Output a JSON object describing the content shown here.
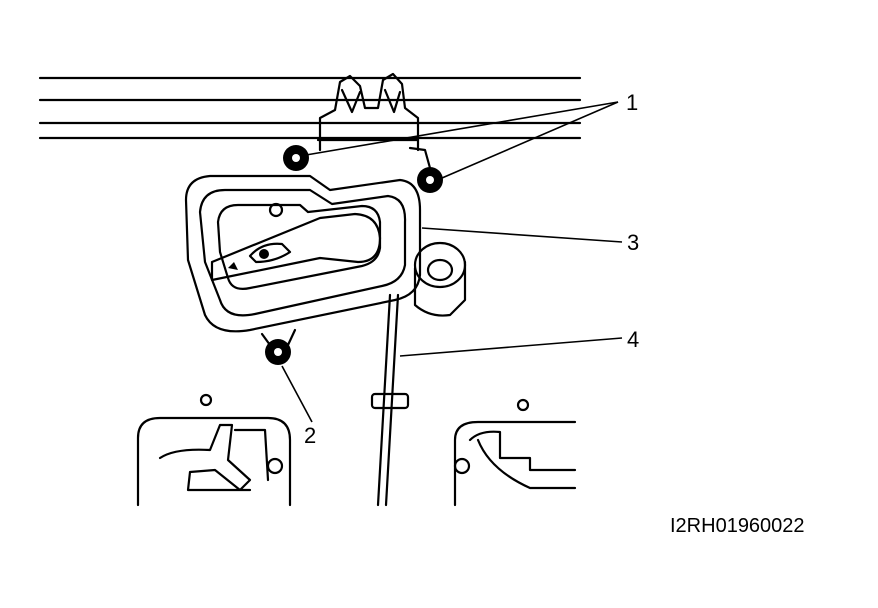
{
  "callouts": {
    "c1": "1",
    "c2": "2",
    "c3": "3",
    "c4": "4"
  },
  "figure_id": "I2RH01960022"
}
